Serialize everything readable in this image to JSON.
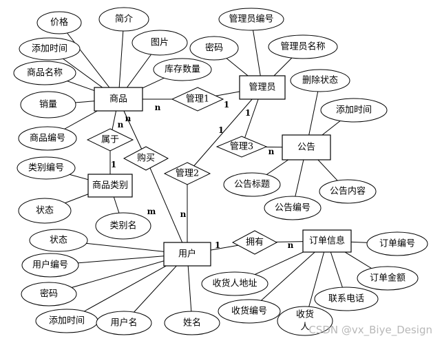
{
  "entities": [
    {
      "id": "product",
      "label": "商品"
    },
    {
      "id": "admin",
      "label": "管理员"
    },
    {
      "id": "notice",
      "label": "公告"
    },
    {
      "id": "category",
      "label": "商品类别"
    },
    {
      "id": "user",
      "label": "用户"
    },
    {
      "id": "order",
      "label": "订单信息"
    }
  ],
  "relations": [
    {
      "id": "manage1",
      "label": "管理1"
    },
    {
      "id": "manage3",
      "label": "管理3"
    },
    {
      "id": "belong",
      "label": "属于"
    },
    {
      "id": "buy",
      "label": "购买"
    },
    {
      "id": "manage2",
      "label": "管理2"
    },
    {
      "id": "own",
      "label": "拥有"
    }
  ],
  "attributes": [
    {
      "id": "price",
      "label": "价格"
    },
    {
      "id": "intro",
      "label": "简介"
    },
    {
      "id": "image",
      "label": "图片"
    },
    {
      "id": "p_addtime",
      "label": "添加时间"
    },
    {
      "id": "stock",
      "label": "库存数量"
    },
    {
      "id": "p_name",
      "label": "商品名称"
    },
    {
      "id": "sales",
      "label": "销量"
    },
    {
      "id": "p_no",
      "label": "商品编号"
    },
    {
      "id": "admin_no",
      "label": "管理员编号"
    },
    {
      "id": "admin_pwd",
      "label": "密码"
    },
    {
      "id": "admin_name",
      "label": "管理员名称"
    },
    {
      "id": "del_state",
      "label": "删除状态"
    },
    {
      "id": "n_addtime",
      "label": "添加时间"
    },
    {
      "id": "n_title",
      "label": "公告标题"
    },
    {
      "id": "n_content",
      "label": "公告内容"
    },
    {
      "id": "n_no",
      "label": "公告编号"
    },
    {
      "id": "c_no",
      "label": "类别编号"
    },
    {
      "id": "c_state",
      "label": "状态"
    },
    {
      "id": "c_name",
      "label": "类别名"
    },
    {
      "id": "u_state",
      "label": "状态"
    },
    {
      "id": "u_no",
      "label": "用户编号"
    },
    {
      "id": "u_pwd",
      "label": "密码"
    },
    {
      "id": "u_addtime",
      "label": "添加时间"
    },
    {
      "id": "u_username",
      "label": "用户名"
    },
    {
      "id": "u_name",
      "label": "姓名"
    },
    {
      "id": "o_no",
      "label": "订单编号"
    },
    {
      "id": "o_amount",
      "label": "订单金额"
    },
    {
      "id": "o_phone",
      "label": "联系电话"
    },
    {
      "id": "o_receiver",
      "label": "收货人"
    },
    {
      "id": "o_rno",
      "label": "收货编号"
    },
    {
      "id": "o_addr",
      "label": "收货人地址"
    }
  ],
  "cardinalities": [
    {
      "id": "c1",
      "label": "n"
    },
    {
      "id": "c2",
      "label": "1"
    },
    {
      "id": "c3",
      "label": "n"
    },
    {
      "id": "c4",
      "label": "1"
    },
    {
      "id": "c5",
      "label": "n"
    },
    {
      "id": "c6",
      "label": "1"
    },
    {
      "id": "c7",
      "label": "n"
    },
    {
      "id": "c8",
      "label": "m"
    },
    {
      "id": "c9",
      "label": "1"
    },
    {
      "id": "c10",
      "label": "n"
    },
    {
      "id": "c11",
      "label": "1"
    },
    {
      "id": "c12",
      "label": "n"
    }
  ],
  "watermark": "CSDN @vx_Biye_Design"
}
